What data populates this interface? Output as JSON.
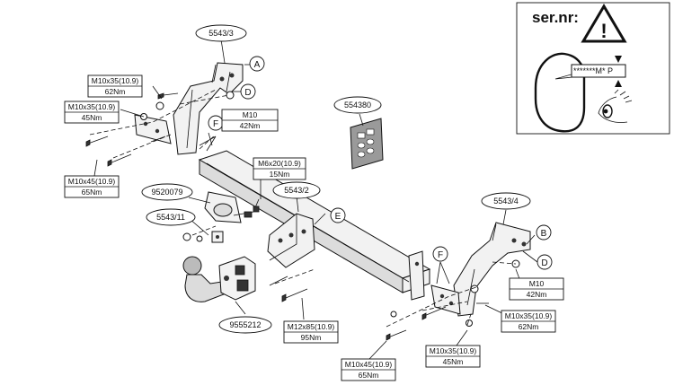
{
  "parts": {
    "bracket_left": "5543/3",
    "bracket_right": "5543/4",
    "crossbar": "5543/2",
    "socket_plate": "9520079",
    "plate_bracket": "5543/11",
    "towball": "9555212",
    "electrical_kit": "554380"
  },
  "bolt_labels": {
    "top_left": {
      "size": "M10x35(10.9)",
      "torque": "62Nm"
    },
    "left_mid": {
      "size": "M10x35(10.9)",
      "torque": "45Nm"
    },
    "left_low": {
      "size": "M10x45(10.9)",
      "torque": "65Nm"
    },
    "nut_left": {
      "size": "M10",
      "torque": "42Nm"
    },
    "socket": {
      "size": "M6x20(10.9)",
      "torque": "15Nm"
    },
    "nut_right": {
      "size": "M10",
      "torque": "42Nm"
    },
    "right_upper": {
      "size": "M10x35(10.9)",
      "torque": "62Nm"
    },
    "right_lower": {
      "size": "M10x35(10.9)",
      "torque": "45Nm"
    },
    "bottom_center": {
      "size": "M10x45(10.9)",
      "torque": "65Nm"
    },
    "ball": {
      "size": "M12x85(10.9)",
      "torque": "95Nm"
    }
  },
  "callouts": {
    "a": "A",
    "b": "B",
    "d_left": "D",
    "d_right": "D",
    "e": "E",
    "f_left": "F",
    "f_right": "F"
  },
  "serial_box": {
    "title": "ser.nr:",
    "warning_mark": "!",
    "serial_text": "*******M* P"
  }
}
